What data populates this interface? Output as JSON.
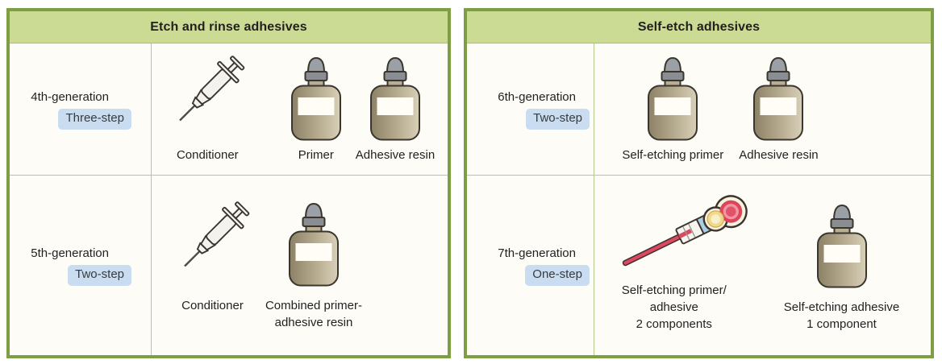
{
  "panels": [
    {
      "title": "Etch and rinse adhesives",
      "rows": [
        {
          "generation": "4th-generation",
          "step": "Three-step",
          "items": [
            {
              "icon": "syringe-icon",
              "label": "Conditioner"
            },
            {
              "icon": "dropper-bottle-icon",
              "label": "Primer"
            },
            {
              "icon": "dropper-bottle-icon",
              "label": "Adhesive resin"
            }
          ]
        },
        {
          "generation": "5th-generation",
          "step": "Two-step",
          "items": [
            {
              "icon": "syringe-icon",
              "label": "Conditioner"
            },
            {
              "icon": "dropper-bottle-icon",
              "label": "Combined primer-\nadhesive resin"
            }
          ]
        }
      ]
    },
    {
      "title": "Self-etch adhesives",
      "rows": [
        {
          "generation": "6th-generation",
          "step": "Two-step",
          "items": [
            {
              "icon": "dropper-bottle-icon",
              "label": "Self-etching primer"
            },
            {
              "icon": "dropper-bottle-icon",
              "label": "Adhesive resin"
            }
          ]
        },
        {
          "generation": "7th-generation",
          "step": "One-step",
          "items": [
            {
              "icon": "applicator-blister-icon",
              "label": "Self-etching primer/\nadhesive\n2 components"
            },
            {
              "icon": "dropper-bottle-icon",
              "label": "Self-etching adhesive\n1 component"
            }
          ]
        }
      ]
    }
  ],
  "colors": {
    "border_green": "#7e9e44",
    "header_bg": "#ccdb94",
    "panel_bg": "#fdfcf6",
    "divider": "#b5c98c",
    "chip_bg": "#c9dcf0",
    "text": "#231f20",
    "bottle_tan": "#b3a88c",
    "cap_gray": "#8a8e93",
    "shaft_red": "#d94a60",
    "band_blue": "#aacfe2",
    "well_yellow": "#f1d98b",
    "well_red": "#df4459"
  }
}
